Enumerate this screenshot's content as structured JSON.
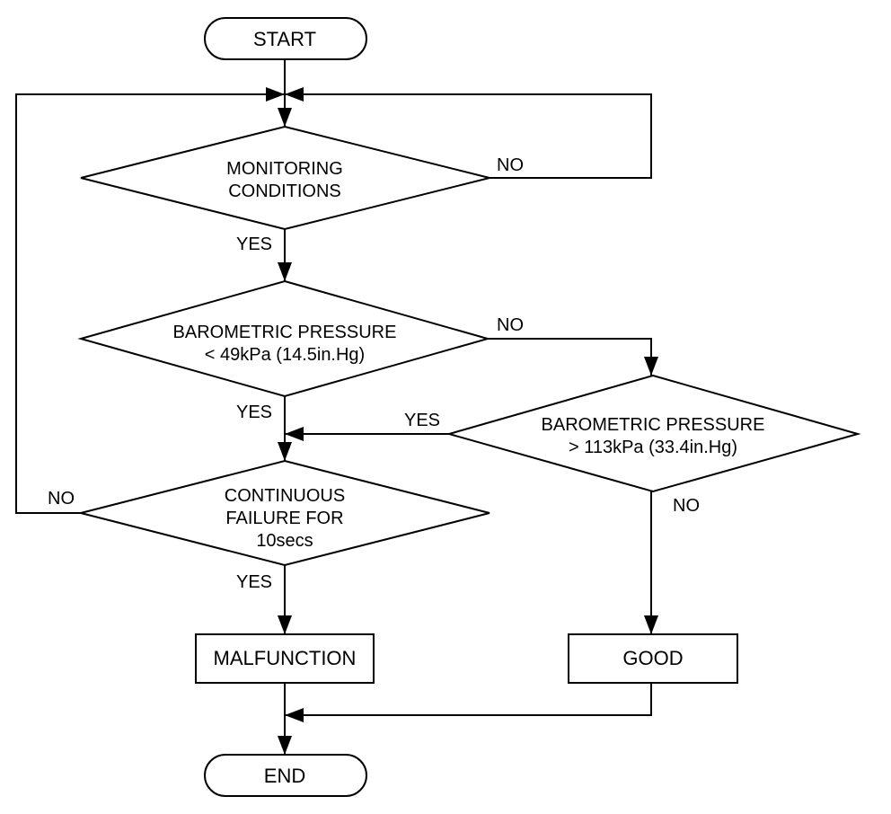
{
  "nodes": {
    "start": "START",
    "monitoring": [
      "MONITORING",
      "CONDITIONS"
    ],
    "baro_low": [
      "BAROMETRIC PRESSURE",
      "< 49kPa (14.5in.Hg)"
    ],
    "baro_high": [
      "BAROMETRIC PRESSURE",
      "> 113kPa (33.4in.Hg)"
    ],
    "continuous": [
      "CONTINUOUS",
      "FAILURE FOR",
      "10secs"
    ],
    "malfunction": "MALFUNCTION",
    "good": "GOOD",
    "end": "END"
  },
  "labels": {
    "monitoring_no": "NO",
    "monitoring_yes": "YES",
    "baro_low_no": "NO",
    "baro_low_yes": "YES",
    "baro_high_yes": "YES",
    "baro_high_no": "NO",
    "continuous_no": "NO",
    "continuous_yes": "YES"
  }
}
